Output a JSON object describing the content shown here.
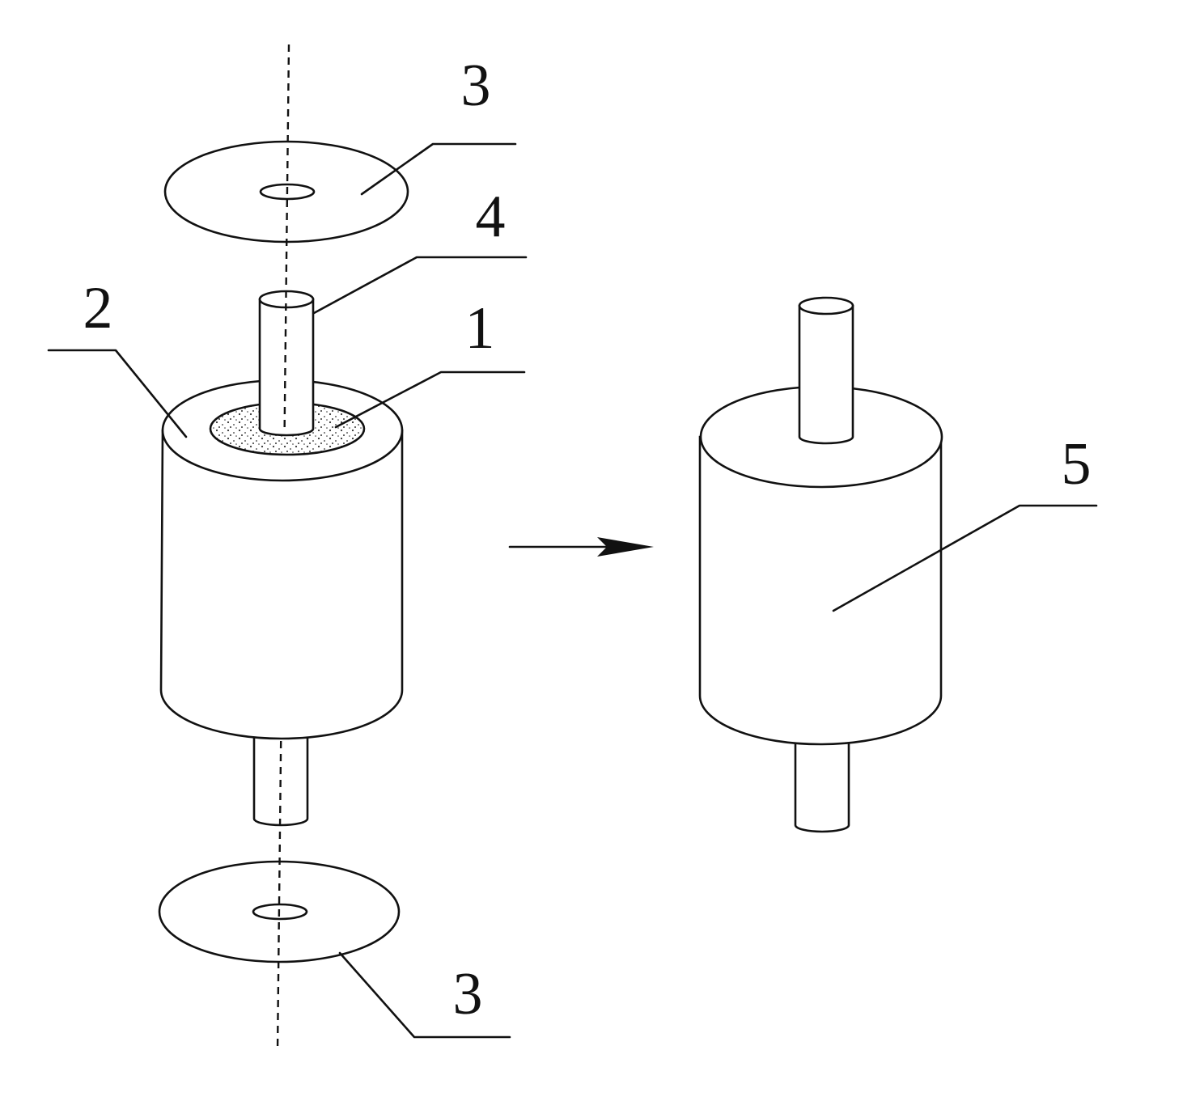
{
  "labels": {
    "top_disc": "3",
    "rod": "4",
    "outer_sleeve": "2",
    "inner_ring": "1",
    "assembled_part": "5",
    "bottom_disc": "3"
  }
}
